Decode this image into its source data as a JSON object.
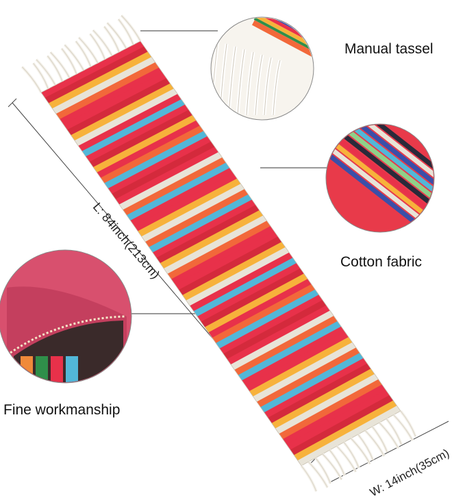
{
  "labels": {
    "manual_tassel": "Manual tassel",
    "cotton_fabric": "Cotton fabric",
    "fine_workmanship": "Fine workmanship"
  },
  "dimensions": {
    "length": "L: 84inch(213cm)",
    "width": "W: 14inch(35cm)"
  },
  "stripe_colors": [
    "#e8314a",
    "#f2683a",
    "#f7b23b",
    "#2f8f4a",
    "#3b4fa8",
    "#f08ab0",
    "#8a3fa0",
    "#e8e4d8",
    "#d42a3c",
    "#52b7d8",
    "#f5d05a",
    "#1f5a2a",
    "#ee5a7a",
    "#ff7a4a"
  ],
  "tassel_color": "#f4f1ea"
}
